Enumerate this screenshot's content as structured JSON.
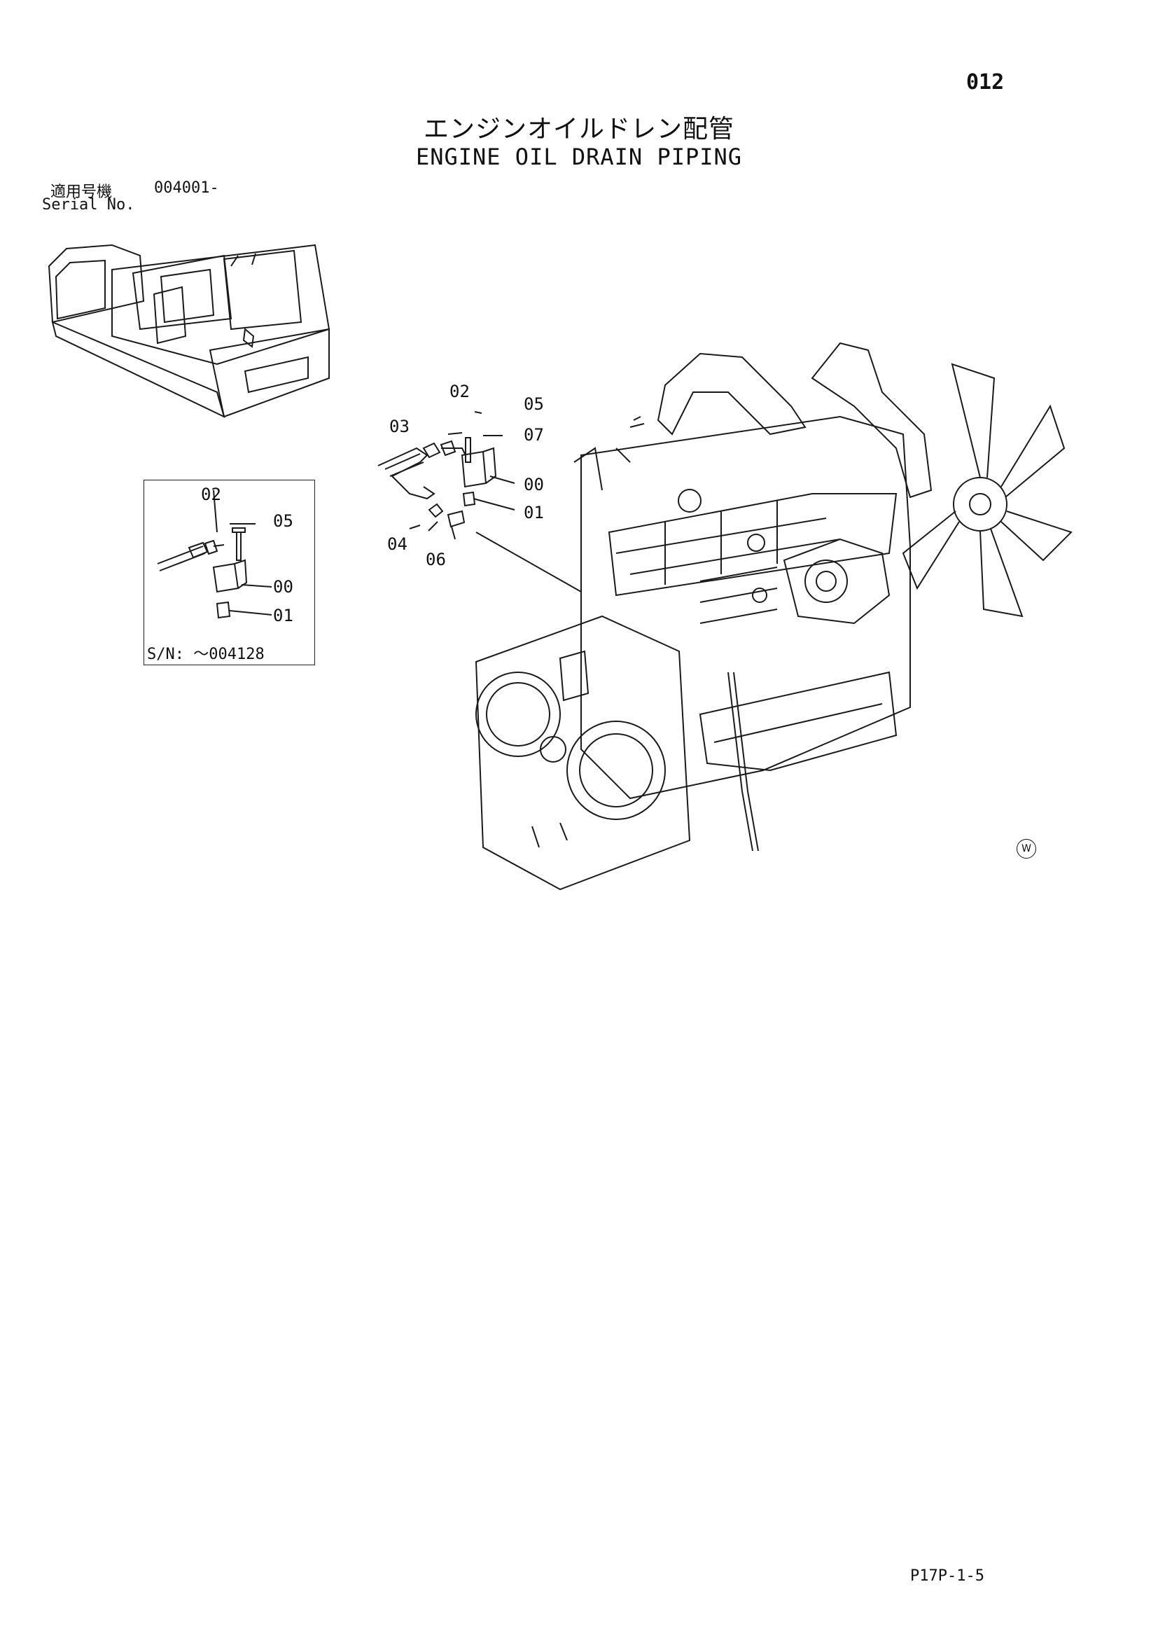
{
  "header": {
    "page_number": "012",
    "title_ja": "エンジンオイルドレン配管",
    "title_en": "ENGINE OIL DRAIN PIPING"
  },
  "serial": {
    "label_ja": "適用号機",
    "label_en": "Serial No.",
    "value": "004001-"
  },
  "main_diagram": {
    "callouts": [
      "02",
      "05",
      "03",
      "07",
      "00",
      "01",
      "04",
      "06"
    ]
  },
  "inset": {
    "callouts": [
      "02",
      "05",
      "00",
      "01"
    ],
    "serial_note": "S/N: ～004128"
  },
  "mark": "W",
  "footer": {
    "code": "P17P-1-5"
  }
}
